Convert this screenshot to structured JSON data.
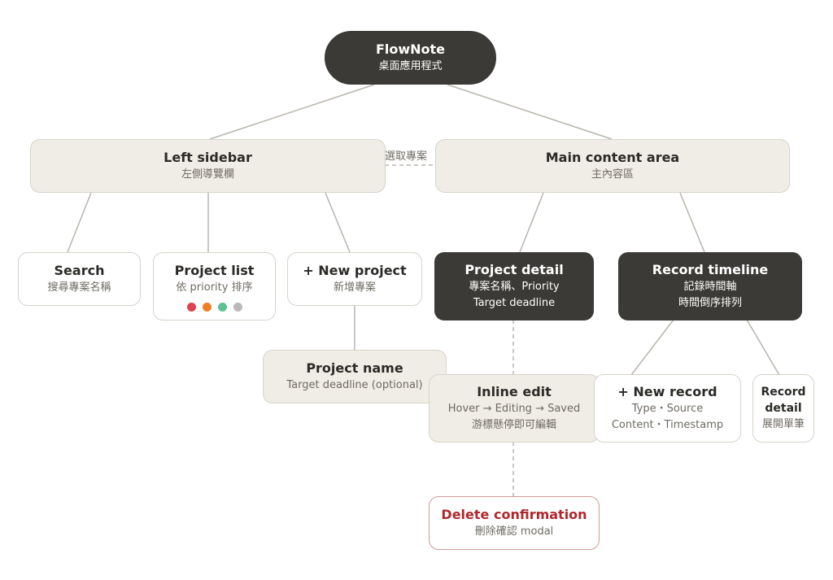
{
  "root": {
    "title": "FlowNote",
    "subtitle": "桌面應用程式"
  },
  "left_sidebar": {
    "title": "Left sidebar",
    "subtitle": "左側導覽欄"
  },
  "main_content": {
    "title": "Main content area",
    "subtitle": "主內容區"
  },
  "edge_label": "選取專案",
  "search": {
    "title": "Search",
    "subtitle": "搜尋專案名稱"
  },
  "project_list": {
    "title": "Project list",
    "subtitle": "依 priority 排序",
    "priority_colors": [
      "#e0434f",
      "#ee7f22",
      "#5cc292",
      "#b8b8b8"
    ]
  },
  "new_project": {
    "title": "+ New project",
    "subtitle": "新增專案"
  },
  "project_name": {
    "title": "Project name",
    "subtitle": "Target deadline (optional)"
  },
  "project_detail": {
    "title": "Project detail",
    "line1": "專案名稱、Priority",
    "line2": "Target deadline"
  },
  "record_timeline": {
    "title": "Record timeline",
    "line1": "記錄時間軸",
    "line2": "時間倒序排列"
  },
  "inline_edit": {
    "title": "Inline edit",
    "line1": "Hover → Editing → Saved",
    "line2": "游標懸停即可編輯"
  },
  "new_record": {
    "title": "+ New record",
    "line1": "Type・Source",
    "line2": "Content・Timestamp"
  },
  "record_detail": {
    "title_line1": "Record",
    "title_line2": "detail",
    "subtitle": "展開單筆"
  },
  "delete_confirm": {
    "title": "Delete confirmation",
    "subtitle": "刪除確認 modal"
  },
  "colors": {
    "dark_node": "#3b3a36",
    "beige_node": "#f0ede6",
    "border": "#d7d3ca",
    "line": "#b9b5ad",
    "delete_text": "#b0272b",
    "delete_border": "#d39a9a"
  }
}
